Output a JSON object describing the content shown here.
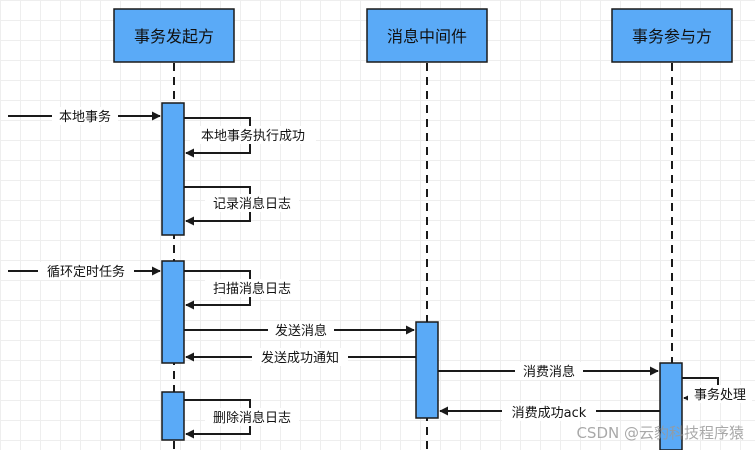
{
  "participants": {
    "initiator": "事务发起方",
    "middleware": "消息中间件",
    "participant": "事务参与方"
  },
  "messages": {
    "local_tx": "本地事务",
    "local_tx_ok": "本地事务执行成功",
    "record_log": "记录消息日志",
    "loop_task": "循环定时任务",
    "scan_log": "扫描消息日志",
    "send_msg": "发送消息",
    "send_ok": "发送成功通知",
    "consume": "消费消息",
    "handle_tx": "事务处理",
    "consume_ack": "消费成功ack",
    "delete_log": "删除消息日志"
  },
  "watermark": "CSDN @云豹科技程序猿",
  "colors": {
    "box_fill": "#5aaaf7",
    "box_stroke": "#1a1a1a",
    "arrow": "#1a1a1a"
  }
}
